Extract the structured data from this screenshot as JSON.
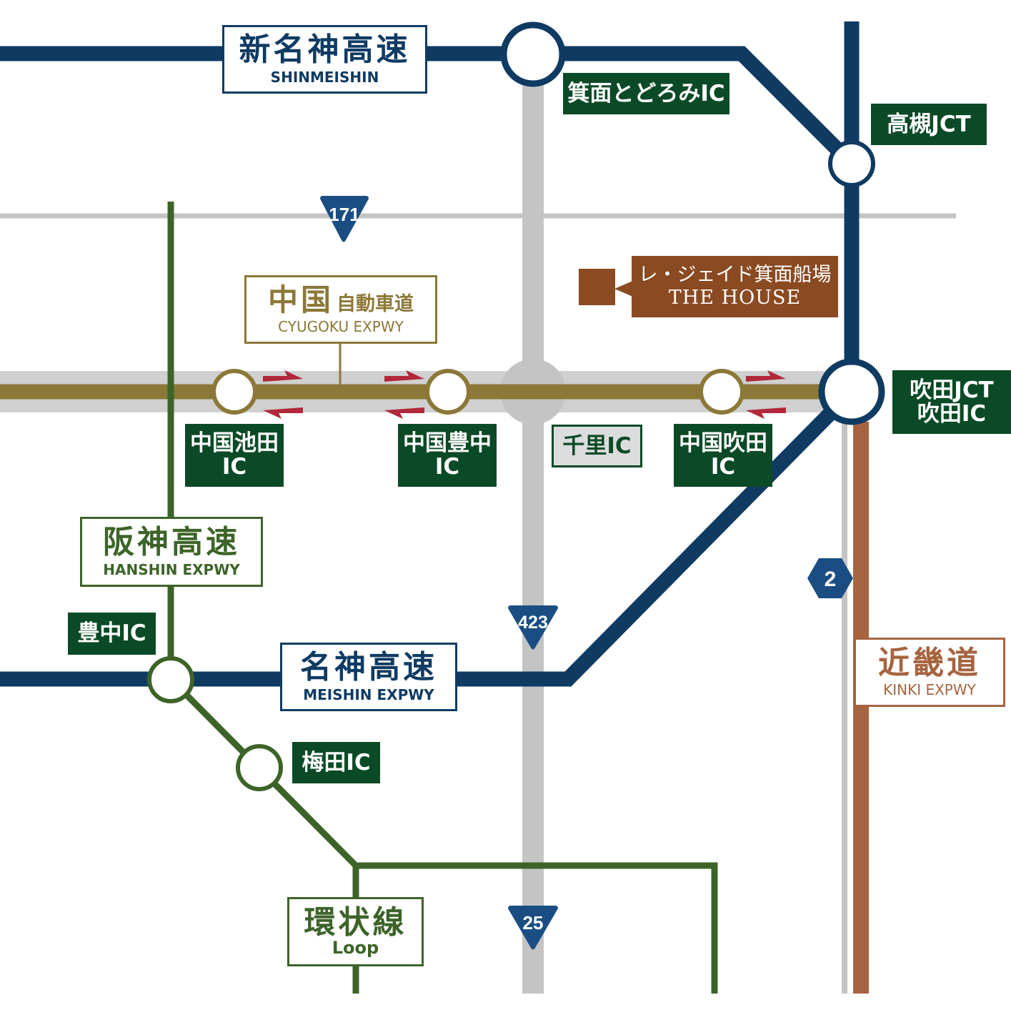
{
  "colors": {
    "meishin_blue": "#0f3b63",
    "hanshin_green": "#3d6428",
    "chugoku_gold": "#8c7838",
    "local_gray": "#c4c4c4",
    "kinki_brown": "#a66440",
    "ic_label_green": "#0b4a26",
    "house_brown": "#8a4a22",
    "arrow_red": "#b0283a"
  },
  "expressways": {
    "shinmeishin": {
      "jp": "新名神高速",
      "en": "SHINMEISHIN"
    },
    "chugoku": {
      "jp_main": "中国",
      "jp_sub": "自動車道",
      "en": "CYUGOKU EXPWY"
    },
    "hanshin": {
      "jp": "阪神高速",
      "en": "HANSHIN EXPWY"
    },
    "meishin": {
      "jp": "名神高速",
      "en": "MEISHIN EXPWY"
    },
    "kinki": {
      "jp": "近畿道",
      "en": "KINKI EXPWY"
    },
    "loop": {
      "jp": "環状線",
      "en": "Loop"
    }
  },
  "interchanges": {
    "minoh_todoromi": "箕面とどろみIC",
    "takatsuki_jct": "高槻JCT",
    "chugoku_ikeda": {
      "line1": "中国池田",
      "line2": "IC"
    },
    "chugoku_toyonaka": {
      "line1": "中国豊中",
      "line2": "IC"
    },
    "senri": "千里IC",
    "chugoku_suita": {
      "line1": "中国吹田",
      "line2": "IC"
    },
    "suita_jct": {
      "line1": "吹田JCT",
      "line2": "吹田IC"
    },
    "toyonaka": "豊中IC",
    "umeda": "梅田IC"
  },
  "routes": {
    "r171": "171",
    "r423": "423",
    "r25": "25",
    "r2": "2"
  },
  "destination": {
    "line1": "レ・ジェイド箕面船場",
    "line2": "THE HOUSE"
  }
}
